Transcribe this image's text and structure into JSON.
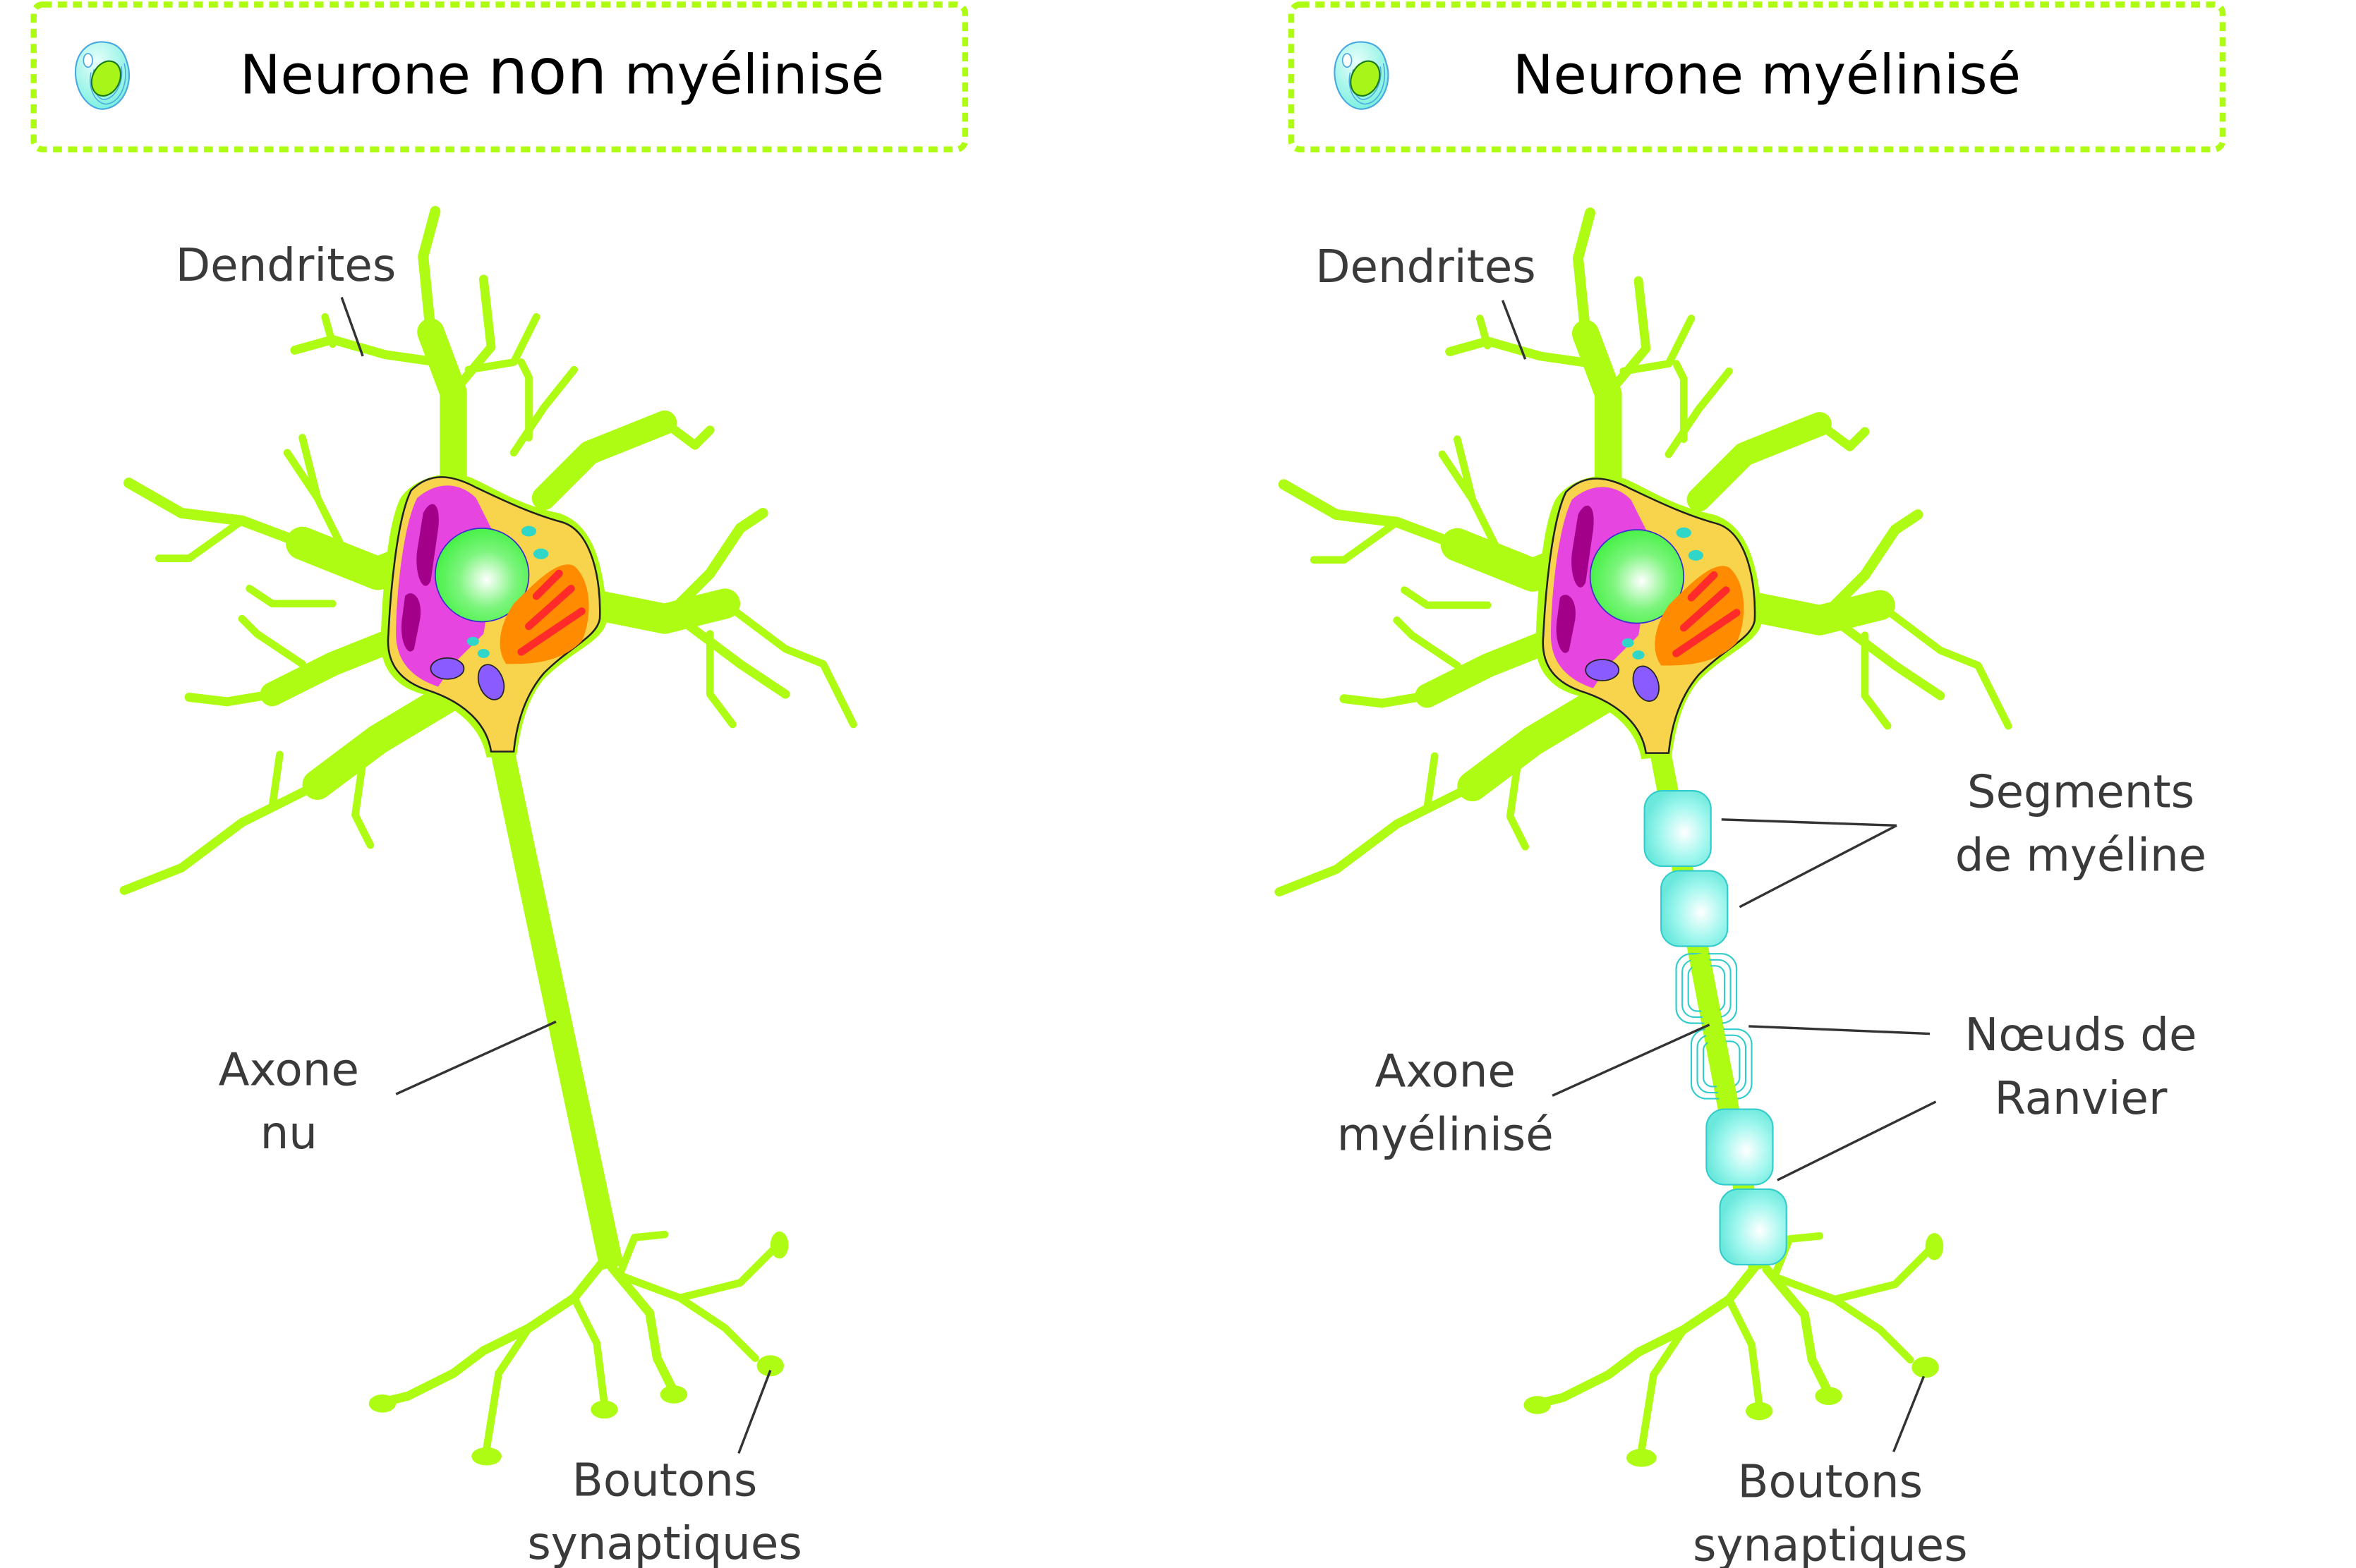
{
  "panels": [
    {
      "title_prefix": "Neurone ",
      "title_emph": "non",
      "title_suffix": " myélinisé",
      "labels": {
        "dendrites": "Dendrites",
        "axon_line1": "Axone",
        "axon_line2": "nu",
        "boutons_line1": "Boutons",
        "boutons_line2": "synaptiques"
      }
    },
    {
      "title": "Neurone myélinisé",
      "labels": {
        "dendrites": "Dendrites",
        "segments_line1": "Segments",
        "segments_line2": "de myéline",
        "nodes_line1": "Nœuds de",
        "nodes_line2": "Ranvier",
        "axon_line1": "Axone",
        "axon_line2": "myélinisé",
        "boutons_line1": "Boutons",
        "boutons_line2": "synaptiques"
      }
    }
  ],
  "colors": {
    "neuron": "#aefc14",
    "header_border": "#aefc14",
    "myelin": "#7ff2e6",
    "nucleus": "#3ef03e",
    "cytoplasm": "#f7d44c"
  }
}
